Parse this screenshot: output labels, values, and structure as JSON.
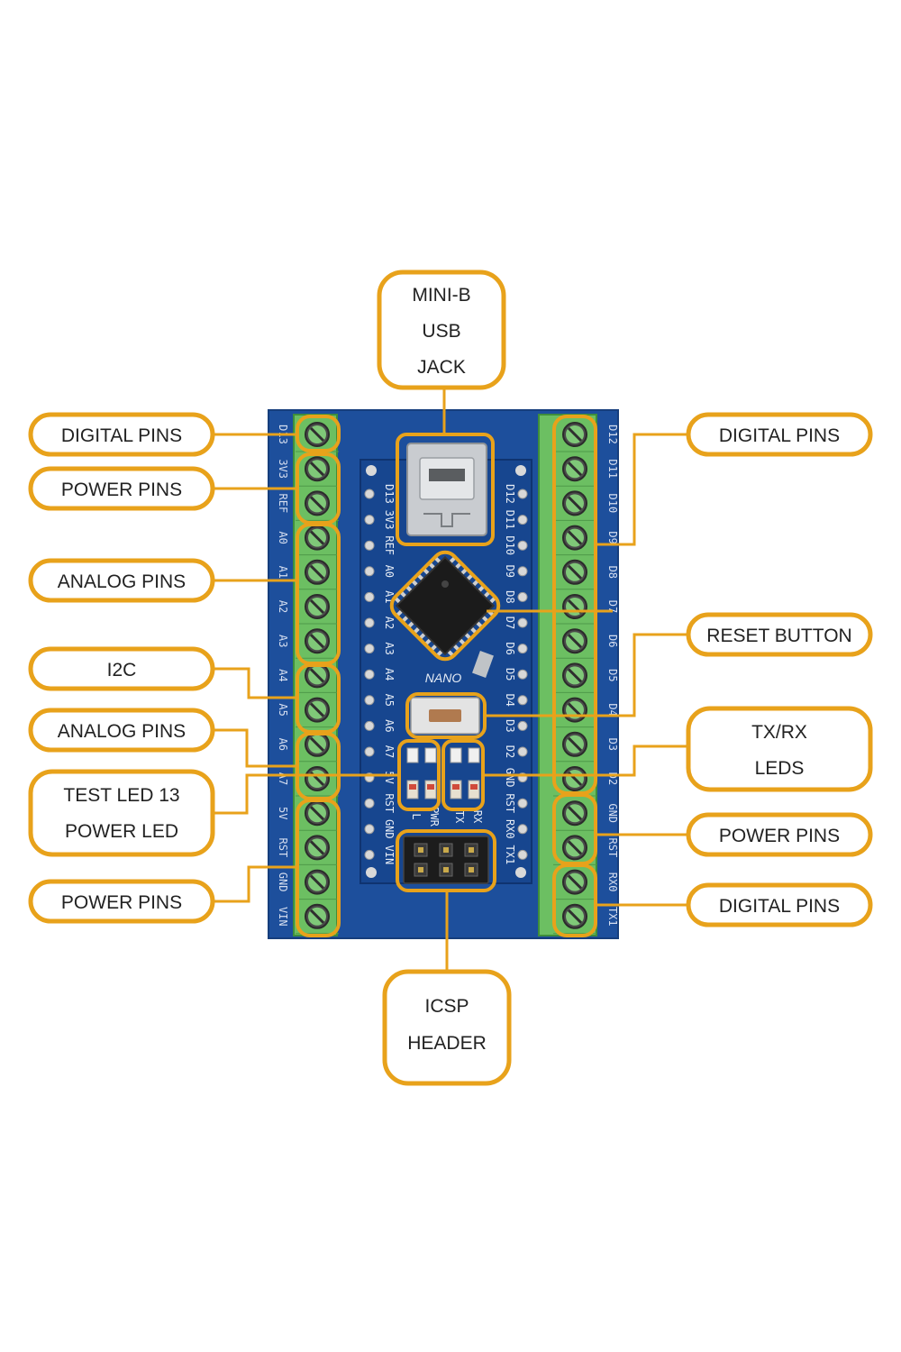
{
  "colors": {
    "accent": "#e8a21b",
    "pcb": "#1d4f9c",
    "terminal": "#6cbf62",
    "chip": "#1b1b1b"
  },
  "callouts": {
    "mini_usb": [
      "MINI-B",
      "USB",
      "JACK"
    ],
    "digital_pins_top_left": "DIGITAL PINS",
    "power_pins_top_left": "POWER PINS",
    "analog_pins_left": "ANALOG PINS",
    "i2c": "I2C",
    "analog_pins_left_lower": "ANALOG PINS",
    "test_led": [
      "TEST LED 13",
      "POWER LED"
    ],
    "power_pins_bottom_left": "POWER PINS",
    "digital_pins_top_right": "DIGITAL PINS",
    "reset_button": "RESET BUTTON",
    "tx_rx_leds": [
      "TX/RX",
      "LEDS"
    ],
    "power_pins_right": "POWER PINS",
    "digital_pins_bottom_right": "DIGITAL PINS",
    "icsp_header": [
      "ICSP",
      "HEADER"
    ]
  },
  "board": {
    "nano_label": "NANO",
    "left_silk": [
      "D13",
      "3V3",
      "REF",
      "A0",
      "A1",
      "A2",
      "A3",
      "A4",
      "A5",
      "A6",
      "A7",
      "5V",
      "RST",
      "GND",
      "VIN"
    ],
    "right_silk": [
      "D12",
      "D11",
      "D10",
      "D9",
      "D8",
      "D7",
      "D6",
      "D5",
      "D4",
      "D3",
      "D2",
      "GND",
      "RST",
      "RX0",
      "TX1"
    ],
    "edge_left": [
      "D13",
      "3V3",
      "REF",
      "A0",
      "A1",
      "A2",
      "A3",
      "A4",
      "A5",
      "A6",
      "A7",
      "5V",
      "RST",
      "GND",
      "VIN"
    ],
    "edge_right": [
      "D12",
      "D11",
      "D10",
      "D9",
      "D8",
      "D7",
      "D6",
      "D5",
      "D4",
      "D3",
      "D2",
      "GND",
      "RST",
      "RX0",
      "TX1"
    ],
    "led_labels": [
      "L",
      "PWR",
      "TX",
      "RX"
    ]
  }
}
